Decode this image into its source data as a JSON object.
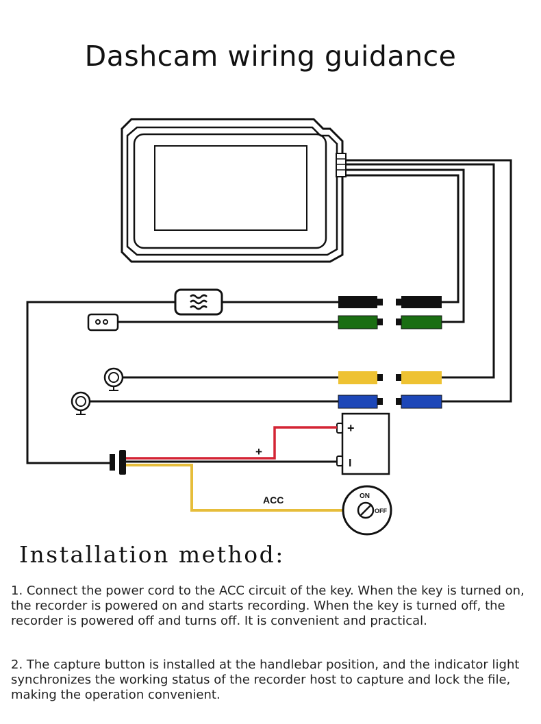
{
  "title": "Dashcam wiring guidance",
  "diagram": {
    "plus_label": "+",
    "battery_plus": "+",
    "battery_minus": "I",
    "acc_label": "ACC",
    "key_on": "ON",
    "key_off": "OFF",
    "colors": {
      "black": "#111111",
      "green": "#1a6e12",
      "yellow": "#eec232",
      "blue": "#1d47b8",
      "red": "#d42434",
      "acc": "#e6bd3a"
    },
    "icons": [
      "dashcam-icon",
      "fuse-icon",
      "capture-button-icon",
      "camera-icon",
      "battery-icon",
      "ignition-key-icon"
    ]
  },
  "section_title": "Installation method:",
  "paragraphs": [
    "1. Connect the power cord to the ACC circuit of the key. When the key is turned on, the recorder is powered on and starts recording. When the key is turned off, the recorder is powered off and turns off. It is convenient and practical.",
    "2. The capture button is installed at the handlebar position, and the indicator light synchronizes the working status of the recorder host to capture and lock the file, making the operation convenient."
  ]
}
